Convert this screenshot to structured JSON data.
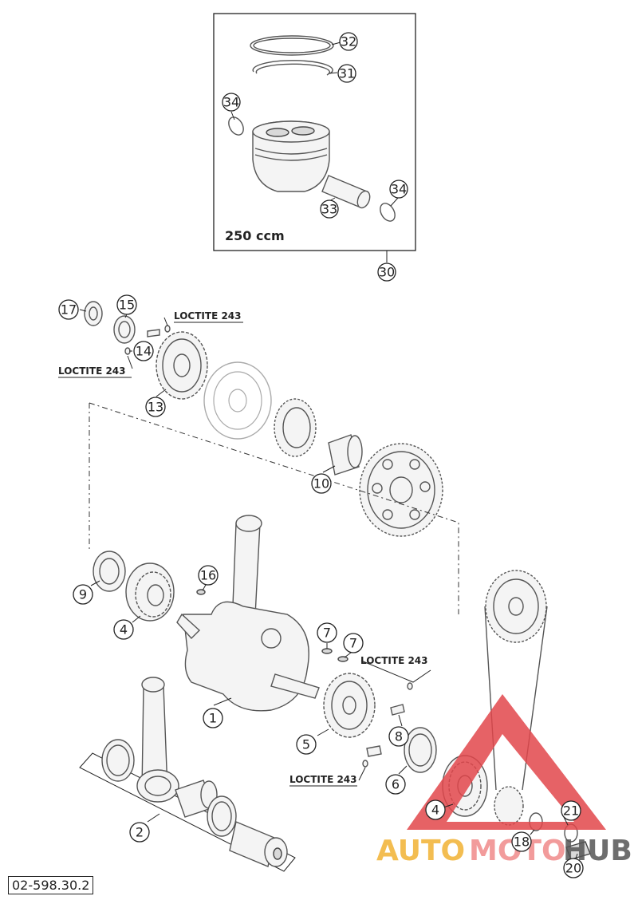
{
  "diagram": {
    "box_label": "250 ccm",
    "reference_code": "02-598.30.2",
    "notes": {
      "loctite_a": "LOCTITE 243",
      "loctite_b": "LOCTITE 243",
      "loctite_c": "LOCTITE 243",
      "loctite_d": "LOCTITE 243"
    },
    "callouts": {
      "c32": "32",
      "c31": "31",
      "c34a": "34",
      "c34b": "34",
      "c33": "33",
      "c30": "30",
      "c17": "17",
      "c15": "15",
      "c14": "14",
      "c13": "13",
      "c10": "10",
      "c9": "9",
      "c4a": "4",
      "c16": "16",
      "c7a": "7",
      "c7b": "7",
      "c1": "1",
      "c5": "5",
      "c8": "8",
      "c6": "6",
      "c2": "2",
      "c4b": "4",
      "c21": "21",
      "c18": "18",
      "c20": "20"
    }
  },
  "watermark": {
    "auto": "AUTO",
    "moto": "MOTO",
    "hub": "HUB",
    "colors": {
      "triangle": "#e2474b",
      "auto": "#f2b233",
      "moto": "#f08a8a",
      "hub": "#555555"
    }
  }
}
